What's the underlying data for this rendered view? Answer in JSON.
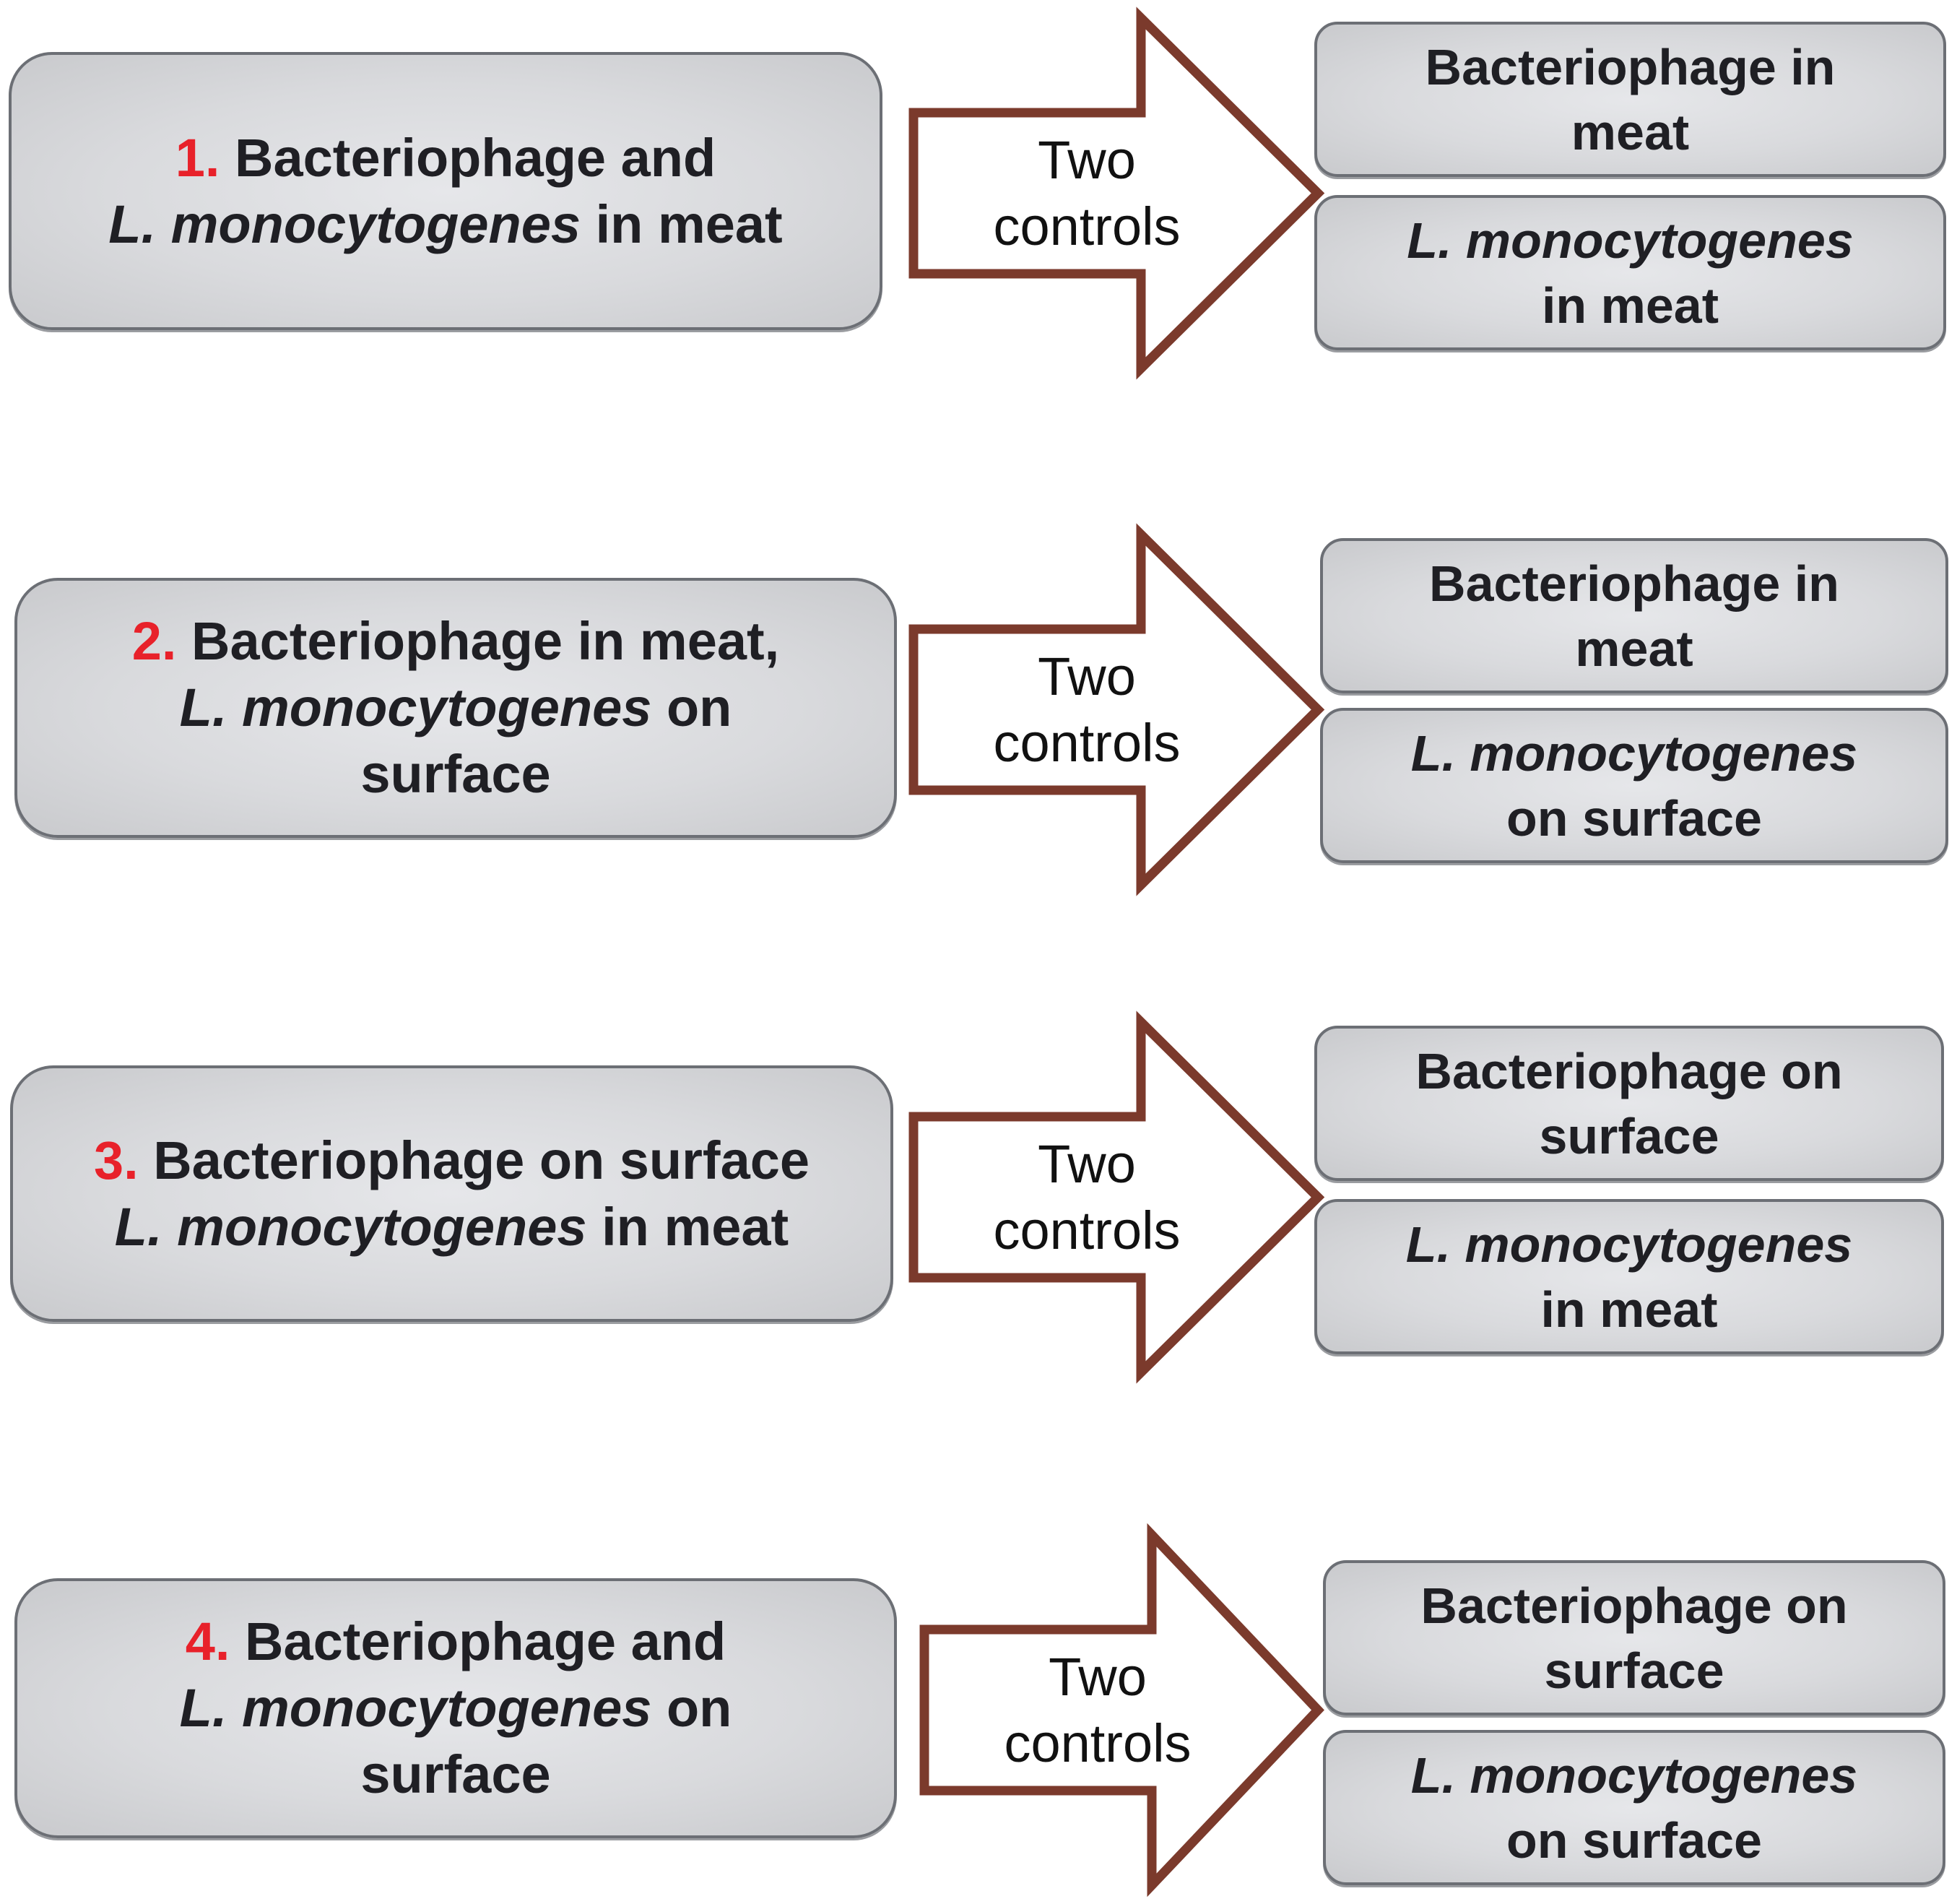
{
  "colors": {
    "arrow_stroke": "#7b3a2c",
    "number": "#e8212a",
    "box_border": "#6c6f75",
    "box_fill": "#d9dadd"
  },
  "rows": [
    {
      "number": "1.",
      "main_parts": [
        {
          "text": " Bacteriophage and\n",
          "italic": false
        },
        {
          "text": "L. monocytogenes",
          "italic": true
        },
        {
          "text": " in meat",
          "italic": false
        }
      ],
      "arrow_label": "Two\ncontrols",
      "controls": [
        {
          "parts": [
            {
              "text": "Bacteriophage  in\nmeat",
              "italic": false
            }
          ]
        },
        {
          "parts": [
            {
              "text": "L. monocytogenes",
              "italic": true
            },
            {
              "text": "\nin meat",
              "italic": false
            }
          ]
        }
      ]
    },
    {
      "number": "2.",
      "main_parts": [
        {
          "text": " Bacteriophage in meat,\n",
          "italic": false
        },
        {
          "text": "L. monocytogenes",
          "italic": true
        },
        {
          "text": " on\nsurface",
          "italic": false
        }
      ],
      "arrow_label": "Two\ncontrols",
      "controls": [
        {
          "parts": [
            {
              "text": "Bacteriophage  in\nmeat",
              "italic": false
            }
          ]
        },
        {
          "parts": [
            {
              "text": "L. monocytogenes",
              "italic": true
            },
            {
              "text": "\non surface",
              "italic": false
            }
          ]
        }
      ]
    },
    {
      "number": "3.",
      "main_parts": [
        {
          "text": " Bacteriophage on surface\n",
          "italic": false
        },
        {
          "text": "L. monocytogenes",
          "italic": true
        },
        {
          "text": " in meat",
          "italic": false
        }
      ],
      "arrow_label": "Two\ncontrols",
      "controls": [
        {
          "parts": [
            {
              "text": "Bacteriophage  on\nsurface",
              "italic": false
            }
          ]
        },
        {
          "parts": [
            {
              "text": "L. monocytogenes",
              "italic": true
            },
            {
              "text": "\nin meat",
              "italic": false
            }
          ]
        }
      ]
    },
    {
      "number": "4.",
      "main_parts": [
        {
          "text": " Bacteriophage and\n",
          "italic": false
        },
        {
          "text": "L. monocytogenes",
          "italic": true
        },
        {
          "text": " on\nsurface",
          "italic": false
        }
      ],
      "arrow_label": "Two\ncontrols",
      "controls": [
        {
          "parts": [
            {
              "text": "Bacteriophage  on\nsurface",
              "italic": false
            }
          ]
        },
        {
          "parts": [
            {
              "text": "L. monocytogenes",
              "italic": true
            },
            {
              "text": "\non surface",
              "italic": false
            }
          ]
        }
      ]
    }
  ]
}
